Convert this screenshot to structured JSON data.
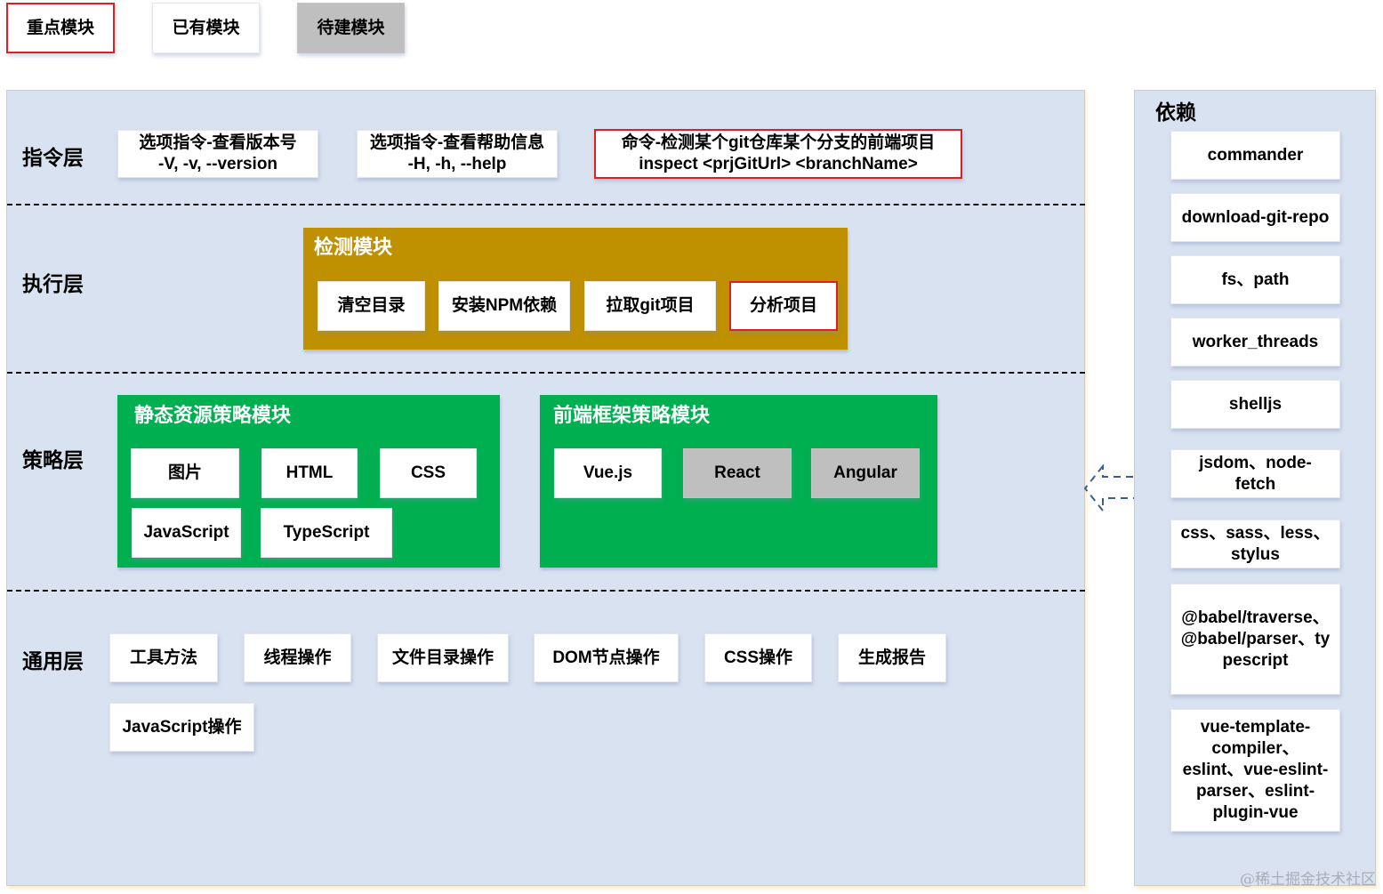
{
  "legend": {
    "key": "重点模块",
    "existing": "已有模块",
    "todo": "待建模块"
  },
  "layers": {
    "command": {
      "label": "指令层",
      "items": [
        {
          "line1": "选项指令-查看版本号",
          "line2": "-V, -v, --version",
          "status": "existing"
        },
        {
          "line1": "选项指令-查看帮助信息",
          "line2": "-H, -h, --help",
          "status": "existing"
        },
        {
          "line1": "命令-检测某个git仓库某个分支的前端项目",
          "line2": "inspect <prjGitUrl> <branchName>",
          "status": "key"
        }
      ]
    },
    "execution": {
      "label": "执行层",
      "module_title": "检测模块",
      "items": [
        {
          "label": "清空目录",
          "status": "existing"
        },
        {
          "label": "安装NPM依赖",
          "status": "existing"
        },
        {
          "label": "拉取git项目",
          "status": "existing"
        },
        {
          "label": "分析项目",
          "status": "key"
        }
      ]
    },
    "strategy": {
      "label": "策略层",
      "static_module": {
        "title": "静态资源策略模块",
        "items": [
          {
            "label": "图片",
            "status": "existing"
          },
          {
            "label": "HTML",
            "status": "existing"
          },
          {
            "label": "CSS",
            "status": "existing"
          },
          {
            "label": "JavaScript",
            "status": "existing"
          },
          {
            "label": "TypeScript",
            "status": "existing"
          }
        ]
      },
      "framework_module": {
        "title": "前端框架策略模块",
        "items": [
          {
            "label": "Vue.js",
            "status": "existing"
          },
          {
            "label": "React",
            "status": "todo"
          },
          {
            "label": "Angular",
            "status": "todo"
          }
        ]
      }
    },
    "common": {
      "label": "通用层",
      "items": [
        {
          "label": "工具方法"
        },
        {
          "label": "线程操作"
        },
        {
          "label": "文件目录操作"
        },
        {
          "label": "DOM节点操作"
        },
        {
          "label": "CSS操作"
        },
        {
          "label": "生成报告"
        },
        {
          "label": "JavaScript操作"
        }
      ]
    }
  },
  "dependencies": {
    "title": "依赖",
    "items": [
      "commander",
      "download-git-repo",
      "fs、path",
      "worker_threads",
      "shelljs",
      "jsdom、node-fetch",
      "css、sass、less、stylus",
      "@babel/traverse、@babel/parser、typescript",
      "vue-template-compiler、eslint、vue-eslint-parser、eslint-plugin-vue"
    ],
    "arrow_icon": "dashed-left-arrow"
  },
  "colors": {
    "key_border": "#e02020",
    "panel_bg": "#d9e2f0",
    "execution_module": "#bf9000",
    "strategy_module": "#00b050",
    "todo_fill": "#bfbfbf"
  },
  "watermark": "@稀土掘金技术社区"
}
